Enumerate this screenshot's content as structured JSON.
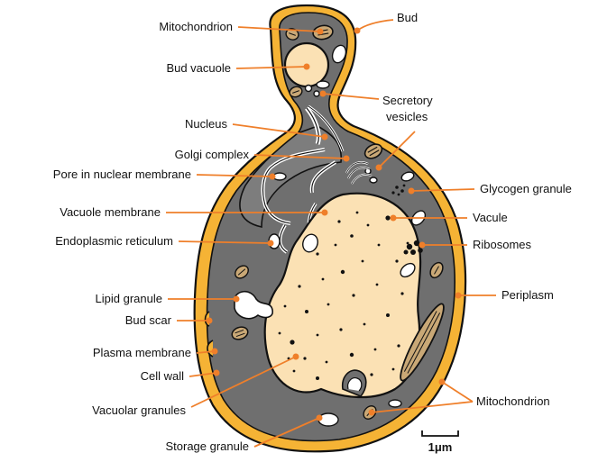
{
  "labels": {
    "mitochondrion_top": "Mitochondrion",
    "bud": "Bud",
    "bud_vacuole": "Bud vacuole",
    "secretory_vesicles_line1": "Secretory",
    "secretory_vesicles_line2": "vesicles",
    "nucleus": "Nucleus",
    "golgi_complex": "Golgi complex",
    "pore_in_nuclear_membrane": "Pore in nuclear membrane",
    "glycogen_granule": "Glycogen granule",
    "vacuole_membrane": "Vacuole membrane",
    "vacule": "Vacule",
    "endoplasmic_reticulum": "Endoplasmic reticulum",
    "ribosomes": "Ribosomes",
    "lipid_granule": "Lipid granule",
    "periplasm": "Periplasm",
    "bud_scar": "Bud scar",
    "plasma_membrane": "Plasma membrane",
    "cell_wall": "Cell wall",
    "mitochondrion_bottom": "Mitochondrion",
    "vacuolar_granules": "Vacuolar granules",
    "storage_granule": "Storage granule",
    "scale_bar": "1μm"
  },
  "colors": {
    "cell_wall": "#f5b335",
    "cytoplasm": "#6f6f6f",
    "vacuole": "#fbe1b4",
    "leader_line": "#ef7f2a",
    "outline": "#111111",
    "granule": "#ffffff",
    "mitochondrion_fill": "#c9a876"
  }
}
